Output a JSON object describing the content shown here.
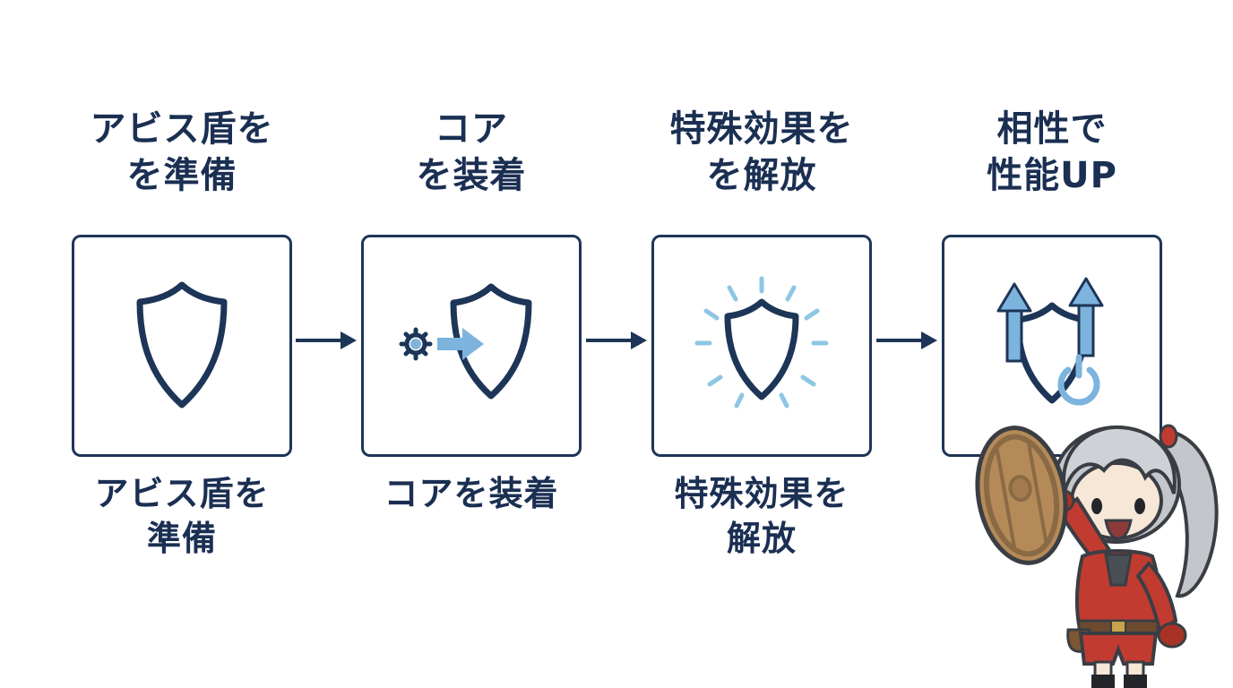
{
  "colors": {
    "navy": "#1d3557",
    "text_navy": "#1a2f52",
    "accent_blue": "#7db4dd",
    "sparkle_blue": "#8ec6e4",
    "background": "#ffffff"
  },
  "steps": [
    {
      "title_line1": "アビス盾を",
      "title_line2": "を準備",
      "caption_line1": "アビス盾を",
      "caption_line2": "準備",
      "icon": "shield-icon"
    },
    {
      "title_line1": "コア",
      "title_line2": "を装着",
      "caption_line1": "コアを装着",
      "caption_line2": "",
      "icon": "shield-core-attach-icon"
    },
    {
      "title_line1": "特殊効果を",
      "title_line2": "を解放",
      "caption_line1": "特殊効果を",
      "caption_line2": "解放",
      "icon": "shield-sparkle-icon"
    },
    {
      "title_line1": "相性で",
      "title_line2": "性能UP",
      "caption_line1": "",
      "caption_line2": "",
      "icon": "shield-powerup-icon"
    }
  ],
  "mascot": "shield-girl-character"
}
